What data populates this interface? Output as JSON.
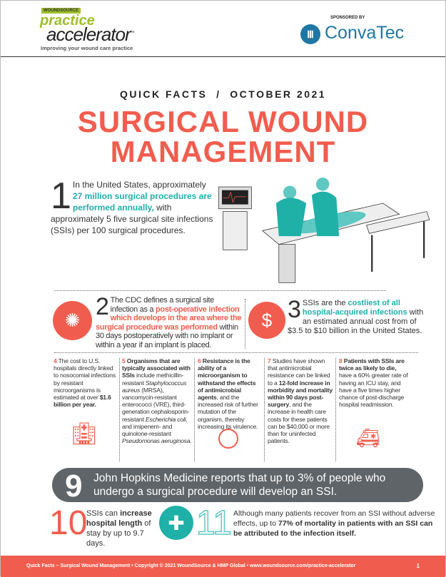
{
  "header": {
    "logo_top": "WOUNDSOURCE",
    "logo_practice": "practice",
    "logo_accelerator": "accelerator",
    "logo_tm": "™",
    "logo_tagline": "Improving your wound care practice",
    "sponsored_by": "SPONSORED BY",
    "sponsor": "ConvaTec"
  },
  "title": {
    "kicker": "QUICK FACTS  /  OCTOBER 2021",
    "line1": "SURGICAL WOUND",
    "line2": "MANAGEMENT"
  },
  "facts": {
    "f1": {
      "num": "1",
      "a": "In the United States, approximately ",
      "b": "27 million surgical procedures are performed annually,",
      "c": " with approximately 5 five surgical site infections (SSIs) per 100 surgical procedures."
    },
    "f2": {
      "num": "2",
      "a": "The CDC defines a surgical site infection as a ",
      "b": "post-operative infection which develops in the area where the surgical procedure was performed",
      "c": " within 30 days postoperatively with no implant or within a year if an implant is placed."
    },
    "f3": {
      "num": "3",
      "a": "SSIs are the ",
      "b": "costliest of all hospital-acquired infections",
      "c": " with an estimated annual cost from of $3.5 to $10 billion in the United States."
    },
    "f4": {
      "num": "4",
      "a": " The cost to U.S. hospitals directly linked to nosocomial infections by resistant microorganisms is estimated at over ",
      "b": "$1.6 billion per year."
    },
    "f5": {
      "num": "5",
      "b": " Organisms that are typically associated with SSIs",
      "a": " include methicillin-resistant ",
      "i1": "Staphylococcus aureus",
      "c": " (MRSA), vancomycin-resistant enterococci (VRE), third-generation cephalosporin-resistant ",
      "i2": "Escherichia coli",
      "d": ", and imipenem- and quinolone-resistant ",
      "i3": "Pseudomonas aeruginosa."
    },
    "f6": {
      "num": "6",
      "b": " Resistance is the ability of a microorganism to withstand the effects of antimicrobial agents",
      "a": ", and the increased risk of further mutation of the organism, thereby increasing its virulence."
    },
    "f7": {
      "num": "7",
      "a": " Studies have shown that antimicrobial resistance can be linked to a ",
      "b": "12-fold increase in morbidity and mortality within 90 days post-surgery",
      "c": ", and the increase in health care costs for these patients can be $40,000 or more than for uninfected patients."
    },
    "f8": {
      "num": "8",
      "b": " Patients with SSIs are twice as likely to die,",
      "a": " have a 60% greater rate of having an ICU stay, and have a five times higher chance of post-discharge hospital readmission."
    },
    "f9": {
      "num": "9",
      "a": "John Hopkins Medicine reports that up to 3% of people who undergo a surgical procedure will develop an SSI."
    },
    "f10": {
      "num": "10",
      "a": "SSIs can ",
      "b": "increase hospital length",
      "c": " of stay by up to 9.7 days."
    },
    "f11": {
      "num": "11",
      "a": "Although many patients recover from an SSI without adverse effects, up to ",
      "b": "77% of mortality in patients with an SSI can be attributed to the infection itself."
    }
  },
  "footer": {
    "text": "Quick Facts – Surgical Wound Management  •  Copyright © 2021 WoundSource & HMP Global  •  www.woundsource.com/practice-accelerator",
    "page": "1"
  },
  "colors": {
    "accent": "#f05d4e",
    "teal": "#1fb0a8",
    "gray": "#5f6468",
    "brand": "#1f77a5"
  }
}
